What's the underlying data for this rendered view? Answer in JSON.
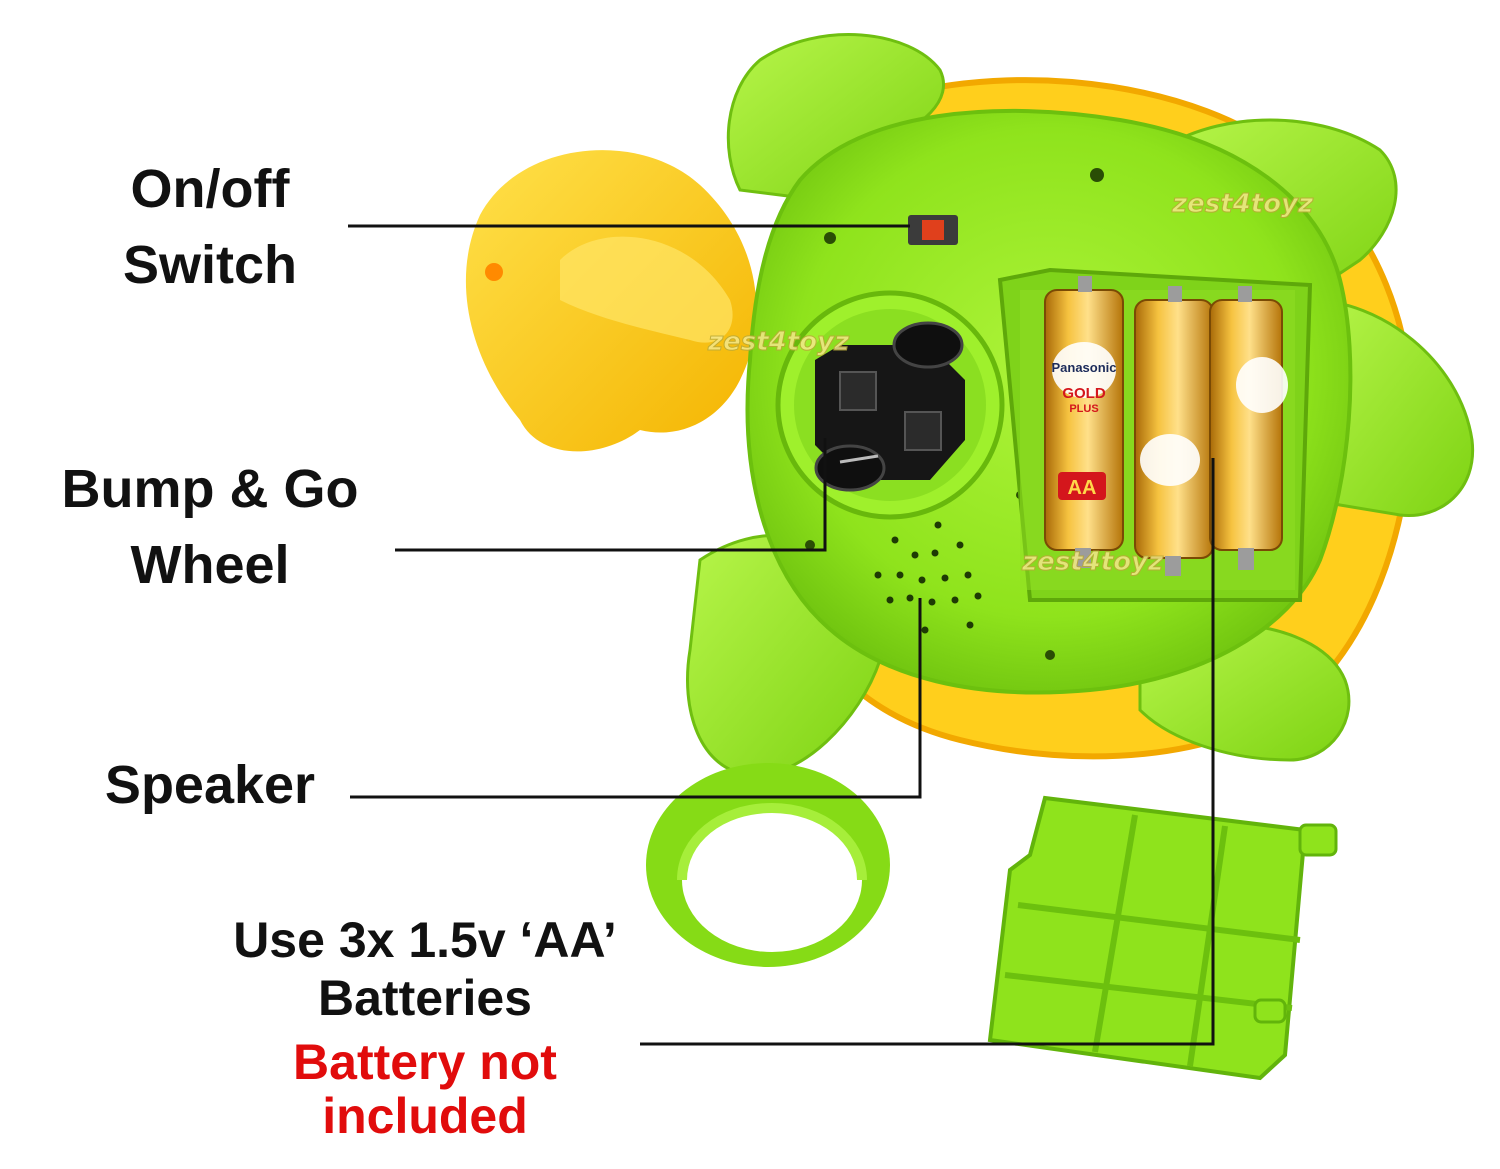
{
  "labels": {
    "onoff_line1": "On/off",
    "onoff_line2": "Switch",
    "bump_line1": "Bump & Go",
    "bump_line2": "Wheel",
    "speaker": "Speaker",
    "batteries_line1": "Use 3x 1.5v ‘AA’",
    "batteries_line2": "Batteries",
    "not_included_line1": "Battery not",
    "not_included_line2": "included"
  },
  "watermark": "zest4toyz",
  "battery_text": {
    "brand": "Panasonic",
    "grade_line1": "GOLD",
    "grade_line2": "PLUS",
    "size": "AA"
  },
  "colors": {
    "body_green": "#8fe31c",
    "shell_yellow": "#ffd21f",
    "head_yellow": "#ffcc10",
    "label_text": "#111111",
    "warning_red": "#e10c0c",
    "battery_gold": "#e5a21a"
  },
  "icons": {
    "switch": "toggle-switch-icon",
    "wheel": "wheel-icon",
    "speaker": "speaker-grille-icon",
    "battery": "battery-icon"
  }
}
